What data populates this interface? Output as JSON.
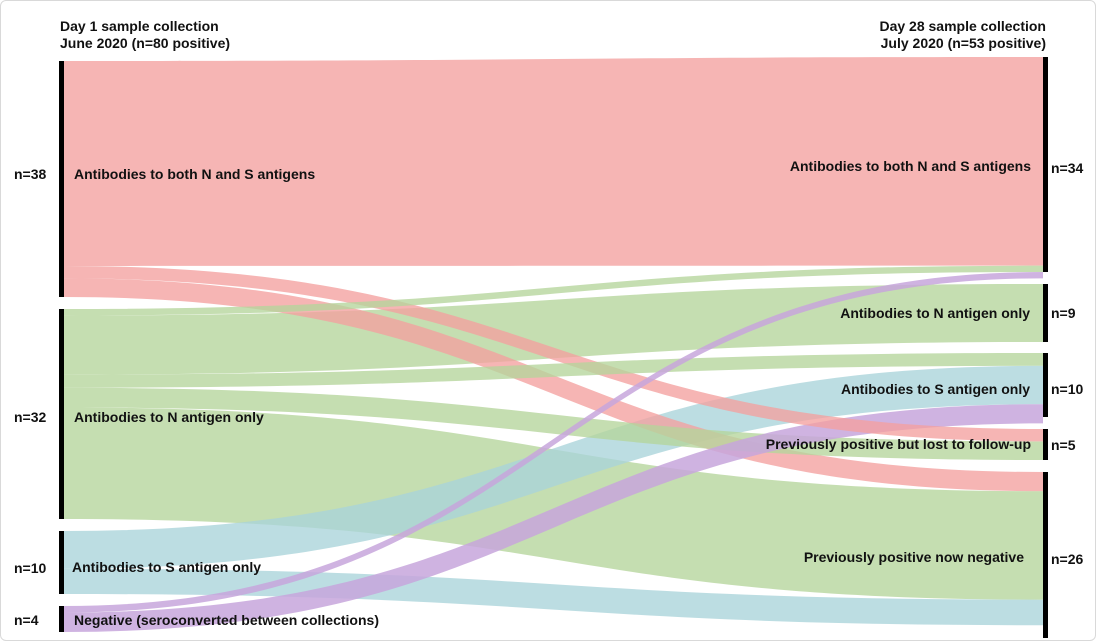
{
  "headers": {
    "left_line1": "Day 1  sample collection",
    "left_line2": "June 2020 (n=80 positive)",
    "right_line1": "Day 28 sample collection",
    "right_line2": "July 2020 (n=53 positive)"
  },
  "left_nodes": [
    {
      "label": "Antibodies to both N and S antigens",
      "count": "n=38",
      "n": 38
    },
    {
      "label": "Antibodies to N antigen only",
      "count": "n=32",
      "n": 32
    },
    {
      "label": "Antibodies to S antigen only",
      "count": "n=10",
      "n": 10
    },
    {
      "label": "Negative (seroconverted between collections)",
      "count": "n=4",
      "n": 4
    }
  ],
  "right_nodes": [
    {
      "label": "Antibodies to both N and S antigens",
      "count": "n=34",
      "n": 34
    },
    {
      "label": "Antibodies to N antigen only",
      "count": "n=9",
      "n": 9
    },
    {
      "label": "Antibodies to S antigen only",
      "count": "n=10",
      "n": 10
    },
    {
      "label": "Previously positive but lost to follow-up",
      "count": "n=5",
      "n": 5
    },
    {
      "label": "Previously positive now negative",
      "count": "n=26",
      "n": 26
    }
  ],
  "colors": {
    "both_NS": "#f4a09f",
    "N_only": "#b5d59b",
    "S_only": "#a9d3da",
    "negative": "#c7a6dc",
    "node_bar": "#000000"
  },
  "flows": [
    {
      "from": 0,
      "to": 0,
      "value": 33,
      "color_key": "both_NS"
    },
    {
      "from": 0,
      "to": 3,
      "value": 2,
      "color_key": "both_NS"
    },
    {
      "from": 0,
      "to": 4,
      "value": 3,
      "color_key": "both_NS"
    },
    {
      "from": 1,
      "to": 0,
      "value": 1,
      "color_key": "N_only"
    },
    {
      "from": 1,
      "to": 1,
      "value": 9,
      "color_key": "N_only"
    },
    {
      "from": 1,
      "to": 2,
      "value": 2,
      "color_key": "N_only"
    },
    {
      "from": 1,
      "to": 3,
      "value": 3,
      "color_key": "N_only"
    },
    {
      "from": 1,
      "to": 4,
      "value": 17,
      "color_key": "N_only"
    },
    {
      "from": 2,
      "to": 2,
      "value": 6,
      "color_key": "S_only"
    },
    {
      "from": 2,
      "to": 4,
      "value": 4,
      "color_key": "S_only"
    },
    {
      "from": 3,
      "to": 0,
      "value": 1,
      "color_key": "negative"
    },
    {
      "from": 3,
      "to": 2,
      "value": 3,
      "color_key": "negative"
    }
  ]
}
